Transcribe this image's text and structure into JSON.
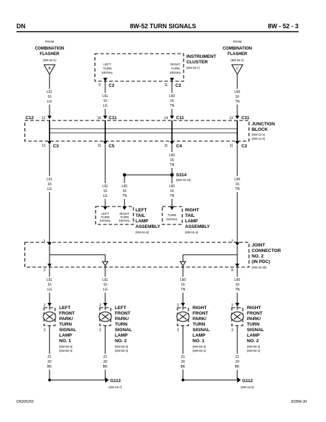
{
  "header": {
    "left": "DN",
    "center": "8W-52 TURN SIGNALS",
    "right": "8W - 52 - 3"
  },
  "footer": {
    "left": "DN205203",
    "right": "J028W-30"
  },
  "flashers": [
    {
      "id": "flasher-left",
      "from": "FROM",
      "name1": "COMBINATION",
      "name2": "FLASHER",
      "ref": "(8W-52-2)",
      "pin": "B"
    },
    {
      "id": "flasher-right",
      "from": "FROM",
      "name1": "COMBINATION",
      "name2": "FLASHER",
      "ref": "(8W-52-2)",
      "pin": "C"
    }
  ],
  "cluster": {
    "name1": "INSTRUMENT",
    "name2": "CLUSTER",
    "ref": "(8W-40-7)",
    "left_inner": [
      "LEFT",
      "TURN",
      "SIGNAL"
    ],
    "right_inner": [
      "RIGHT",
      "TURN",
      "SIGNAL"
    ],
    "pin_left_num": "9",
    "pin_left_conn": "C2",
    "pin_right_num": "11",
    "pin_right_conn": "C2"
  },
  "wires_upper": [
    {
      "code": "L61",
      "gauge": "16",
      "color": "LG"
    },
    {
      "code": "L61",
      "gauge": "16",
      "color": "LG"
    },
    {
      "code": "L60",
      "gauge": "16",
      "color": "TN"
    },
    {
      "code": "L60",
      "gauge": "16",
      "color": "TN"
    }
  ],
  "junction_block": {
    "name1": "JUNCTION",
    "name2": "BLOCK",
    "ref1": "(8W-12-2)",
    "ref2": "(8W-12-3)",
    "top_pins": [
      {
        "num": "12",
        "conn": "C12"
      },
      {
        "num": "16",
        "conn": "C11"
      },
      {
        "num": "14",
        "conn": "C11"
      },
      {
        "num": "12",
        "conn": "C11"
      }
    ],
    "bottom_pins": [
      {
        "num": "13",
        "conn": "C3"
      },
      {
        "num": "11",
        "conn": "C5"
      },
      {
        "num": "11",
        "conn": "C4"
      },
      {
        "num": "11",
        "conn": "C2"
      }
    ]
  },
  "wires_mid": [
    {
      "code": "L61",
      "gauge": "16",
      "color": "LG"
    },
    {
      "code": "L60",
      "gauge": "16",
      "color": "TN"
    },
    {
      "code": "L61",
      "gauge": "16",
      "color": "LG"
    },
    {
      "code": "L60",
      "gauge": "16",
      "color": "TN"
    }
  ],
  "splice": {
    "name": "S314",
    "ref": "(8W-70-23)"
  },
  "tail_wires": [
    {
      "code": "L61",
      "gauge": "16",
      "color": "LG"
    },
    {
      "code": "L60",
      "gauge": "16",
      "color": "TN"
    },
    {
      "code": "L60",
      "gauge": "16",
      "color": "TN"
    }
  ],
  "left_tail": {
    "name": [
      "LEFT",
      "TAIL",
      "LAMP",
      "ASSEMBLY"
    ],
    "ref": "(8W-51-6)",
    "inner_a": [
      "LEFT",
      "TURN",
      "SIGNAL"
    ],
    "inner_b": [
      "RIGHT",
      "TURN",
      "SIGNAL"
    ]
  },
  "right_tail": {
    "name": [
      "RIGHT",
      "TAIL",
      "LAMP",
      "ASSEMBLY"
    ],
    "ref": "(8W-51-6)",
    "inner_a": [
      "TURN",
      "SIGNAL"
    ]
  },
  "joint": {
    "name": [
      "JOINT",
      "CONNECTOR",
      "NO. 2",
      "(IN PDC)"
    ],
    "ref": "(8W-16-39)",
    "top_left_pin": "1",
    "top_right_pin": "7",
    "bottom_left_pin": "2",
    "bottom_right_pin": "8"
  },
  "wires_lamp": [
    {
      "code": "L61",
      "gauge": "16",
      "color": "LG"
    },
    {
      "code": "L61",
      "gauge": "16",
      "color": "LG"
    },
    {
      "code": "L60",
      "gauge": "16",
      "color": "TN"
    },
    {
      "code": "L60",
      "gauge": "16",
      "color": "TN"
    }
  ],
  "lamps": [
    {
      "name": [
        "LEFT",
        "FRONT",
        "PARK/",
        "TURN",
        "SIGNAL",
        "LAMP",
        "NO. 1"
      ],
      "ref1": "(8W-50-3)",
      "ref2": "(8W-50-4)",
      "pin_top": "2",
      "pin_bottom": "3"
    },
    {
      "name": [
        "LEFT",
        "FRONT",
        "PARK/",
        "TURN",
        "SIGNAL",
        "LAMP",
        "NO. 2"
      ],
      "ref1": "(8W-50-3)",
      "ref2": "(8W-50-4)",
      "pin_top": "2",
      "pin_bottom": "3"
    },
    {
      "name": [
        "RIGHT",
        "FRONT",
        "PARK/",
        "TURN",
        "SIGNAL",
        "LAMP",
        "NO. 1"
      ],
      "ref1": "(8W-50-3)",
      "ref2": "(8W-50-4)",
      "pin_top": "2",
      "pin_bottom": "3"
    },
    {
      "name": [
        "RIGHT",
        "FRONT",
        "PARK/",
        "TURN",
        "SIGNAL",
        "LAMP",
        "NO. 2"
      ],
      "ref1": "(8W-50-3)",
      "ref2": "(8W-50-4)",
      "pin_top": "2",
      "pin_bottom": "3"
    }
  ],
  "ground_wires": [
    {
      "code": "Z1",
      "gauge": "20",
      "color": "BK"
    },
    {
      "code": "Z1",
      "gauge": "20",
      "color": "BK"
    },
    {
      "code": "Z1",
      "gauge": "20",
      "color": "BK"
    },
    {
      "code": "Z1",
      "gauge": "20",
      "color": "BK"
    }
  ],
  "grounds": [
    {
      "name": "G113",
      "ref": "(8W-15-7)"
    },
    {
      "name": "G112",
      "ref": "(8W-15-5)"
    }
  ]
}
